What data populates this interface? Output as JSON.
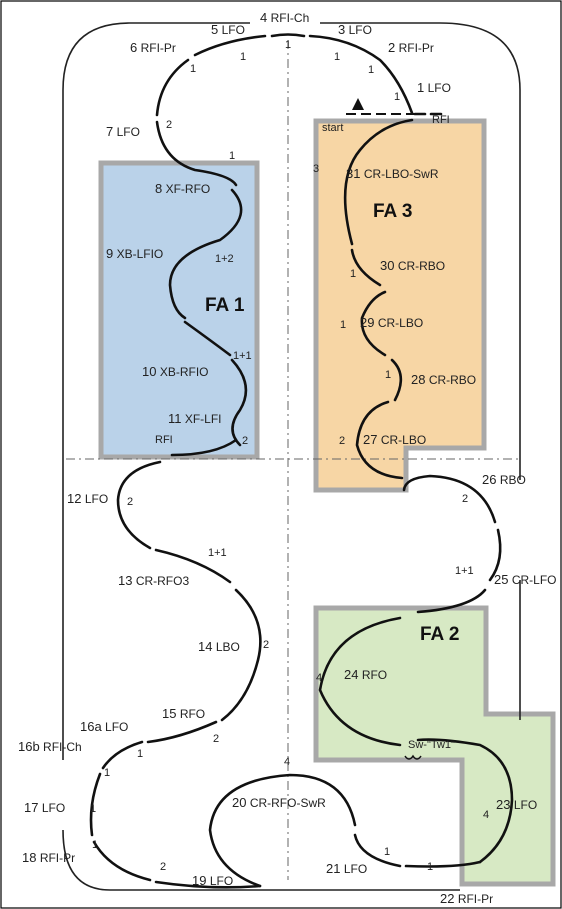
{
  "areas": {
    "fa1": {
      "label": "FA 1",
      "fill": "#bad2e9"
    },
    "fa2": {
      "label": "FA 2",
      "fill": "#d7e9c4"
    },
    "fa3": {
      "label": "FA 3",
      "fill": "#f7d6a5"
    },
    "border_color": "#a8a8a8"
  },
  "elements": {
    "e1": {
      "num": "1",
      "code": "LFO"
    },
    "e2": {
      "num": "2",
      "code": "RFI-Pr"
    },
    "e3": {
      "num": "3",
      "code": "LFO"
    },
    "e4": {
      "num": "4",
      "code": "RFI-Ch"
    },
    "e5": {
      "num": "5",
      "code": "LFO"
    },
    "e6": {
      "num": "6",
      "code": "RFI-Pr"
    },
    "e7": {
      "num": "7",
      "code": "LFO"
    },
    "e8": {
      "num": "8",
      "code": "XF-RFO"
    },
    "e9": {
      "num": "9",
      "code": "XB-LFIO"
    },
    "e10": {
      "num": "10",
      "code": "XB-RFIO"
    },
    "e11": {
      "num": "11",
      "code": "XF-LFI"
    },
    "e12": {
      "num": "12",
      "code": "LFO"
    },
    "e13": {
      "num": "13",
      "code": "CR-RFO3"
    },
    "e14": {
      "num": "14",
      "code": "LBO"
    },
    "e15": {
      "num": "15",
      "code": "RFO"
    },
    "e16a": {
      "num": "16a",
      "code": "LFO"
    },
    "e16b": {
      "num": "16b",
      "code": "RFI-Ch"
    },
    "e17": {
      "num": "17",
      "code": "LFO"
    },
    "e18": {
      "num": "18",
      "code": "RFI-Pr"
    },
    "e19": {
      "num": "19",
      "code": "LFO"
    },
    "e20": {
      "num": "20",
      "code": "CR-RFO-SwR"
    },
    "e21": {
      "num": "21",
      "code": "LFO"
    },
    "e22": {
      "num": "22",
      "code": "RFI-Pr"
    },
    "e23": {
      "num": "23",
      "code": "LFO"
    },
    "e24": {
      "num": "24",
      "code": "RFO"
    },
    "e25": {
      "num": "25",
      "code": "CR-LFO"
    },
    "e26": {
      "num": "26",
      "code": "RBO"
    },
    "e27": {
      "num": "27",
      "code": "CR-LBO"
    },
    "e28": {
      "num": "28",
      "code": "CR-RBO"
    },
    "e29": {
      "num": "29",
      "code": "CR-LBO"
    },
    "e30": {
      "num": "30",
      "code": "CR-RBO"
    },
    "e31": {
      "num": "31",
      "code": "CR-LBO-SwR"
    }
  },
  "annotations": {
    "start": "start",
    "rfi_top": "RFI",
    "rfi_mid": "RFI",
    "sw_tw1": "Sw-\"Tw1\""
  },
  "counts": {
    "c_top4": "1",
    "c_top5": "1",
    "c_top3": "1",
    "c_top6": "1",
    "c_top2": "1",
    "c_top1": "1",
    "c_7": "2",
    "c_8": "1",
    "c_9": "1+2",
    "c_10": "1+1",
    "c_11": "2",
    "c_12": "2",
    "c_13": "1+1",
    "c_14": "2",
    "c_15": "2",
    "c_16a": "1",
    "c_16b": "1",
    "c_17": "1",
    "c_18": "1",
    "c_19": "2",
    "c_20": "4",
    "c_21": "1",
    "c_22": "1",
    "c_23": "4",
    "c_24": "4",
    "c_25": "1+1",
    "c_26": "2",
    "c_27": "2",
    "c_28": "1",
    "c_29": "1",
    "c_30": "1",
    "c_31": "3"
  }
}
